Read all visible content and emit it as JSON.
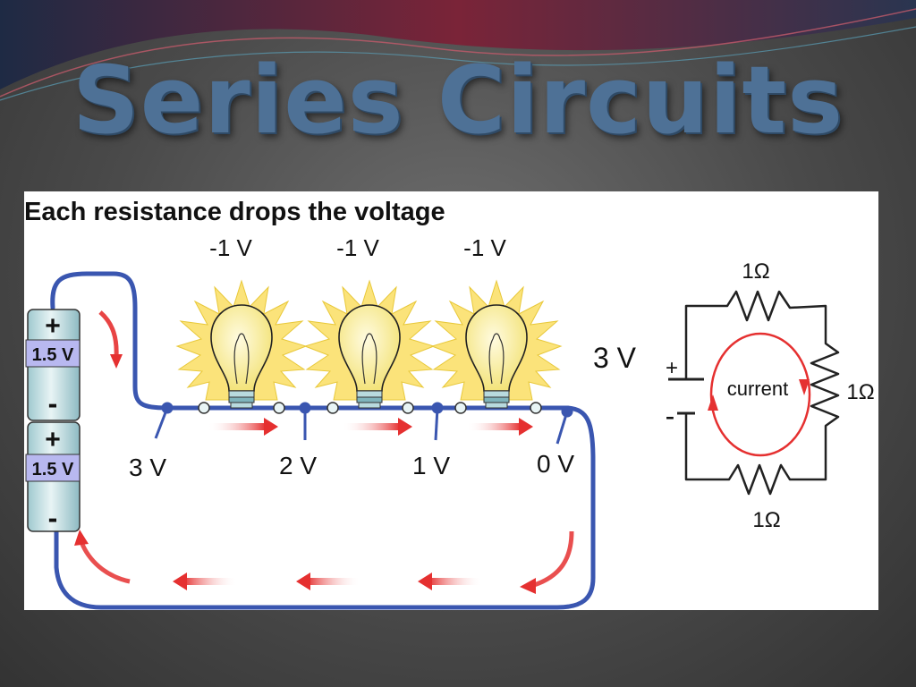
{
  "slide": {
    "title": "Series Circuits"
  },
  "diagram": {
    "heading": "Each resistance drops the voltage",
    "batteries": [
      {
        "plus": "+",
        "label": "1.5 V",
        "minus": "-"
      },
      {
        "plus": "+",
        "label": "1.5 V",
        "minus": "-"
      }
    ],
    "bulb_drops": [
      "-1 V",
      "-1 V",
      "-1 V"
    ],
    "node_voltages": [
      "3 V",
      "2 V",
      "1 V",
      "0 V"
    ],
    "schematic": {
      "source_voltage": "3 V",
      "plus_sign": "+",
      "minus_sign": "-",
      "current_label": "current",
      "resistor_top": "1Ω",
      "resistor_right": "1Ω",
      "resistor_bottom": "1Ω"
    }
  }
}
